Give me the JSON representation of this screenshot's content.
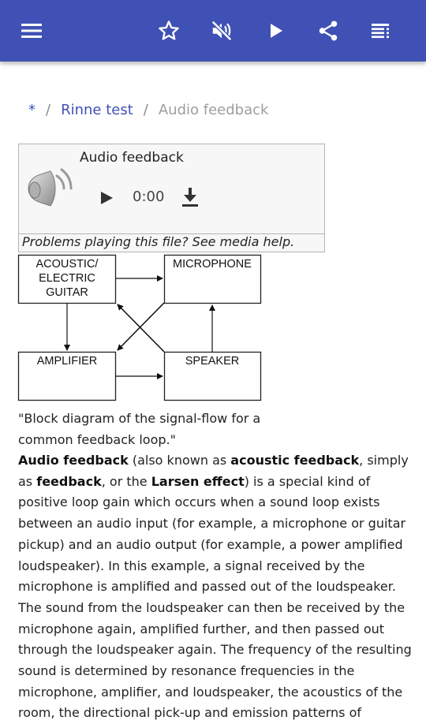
{
  "toolbar": {
    "icons": [
      "menu-icon",
      "star-icon",
      "mute-icon",
      "play-icon",
      "share-icon",
      "contents-icon"
    ],
    "color": "#3f51b5"
  },
  "breadcrumb": {
    "home": "*",
    "separator": "/",
    "parent": "Rinne test",
    "current": "Audio feedback"
  },
  "player": {
    "title": "Audio feedback",
    "time": "0:00",
    "help": "Problems playing this file? See media help."
  },
  "diagram": {
    "guitar_lines": [
      "ACOUSTIC/",
      "ELECTRIC",
      "GUITAR"
    ],
    "microphone": "MICROPHONE",
    "amplifier": "AMPLIFIER",
    "speaker": "SPEAKER"
  },
  "caption": "\"Block diagram of the signal-flow for a common feedback loop.\"",
  "article": {
    "term1": "Audio feedback",
    "t1": " (also known as ",
    "term2": "acoustic feedback",
    "t2": ", simply as ",
    "term3": "feedback",
    "t3": ", or the ",
    "term4": "Larsen effect",
    "t4": ") is a special kind of positive loop gain which occurs when a sound loop exists between an audio input (for example, a microphone or guitar pickup) and an audio output (for example, a power amplified loudspeaker). In this example, a signal received by the microphone is amplified and passed out of the loudspeaker. The sound from the loudspeaker can then be received by the microphone again, amplified further, and then passed out through the loudspeaker again. The frequency of the resulting sound is determined by resonance frequencies in the microphone, amplifier, and loudspeaker, the acoustics of the room, the directional pick-up and emission patterns of"
  }
}
